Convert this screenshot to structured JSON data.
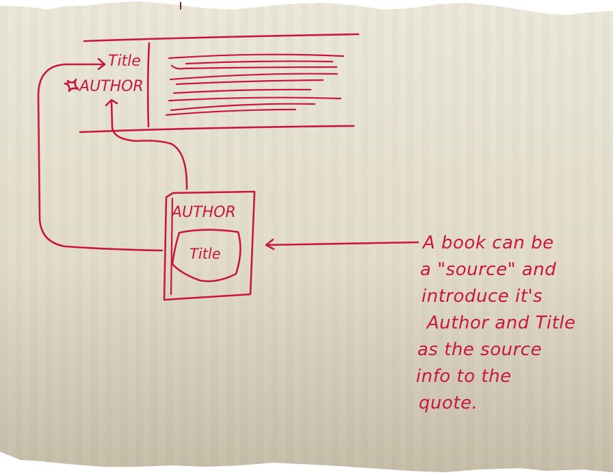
{
  "colors": {
    "ink": "#c8163e",
    "paper_top": "#e9e6d6",
    "paper_bottom": "#c9c0ab",
    "background": "#ffffff"
  },
  "quote_block": {
    "title_label": "Title",
    "author_label": "AUTHOR",
    "author_marker_icon": "four-point-star-icon",
    "text_lines_count": 9
  },
  "book": {
    "author_label": "AUTHOR",
    "title_label": "Title"
  },
  "note": {
    "lines": [
      "A book can be",
      "a \"source\" and",
      "introduce it's",
      "Author and Title",
      "as the source",
      "info to the",
      "quote."
    ]
  },
  "arrows": [
    {
      "from": "book-title",
      "to": "quote-title",
      "label": ""
    },
    {
      "from": "book-author",
      "to": "quote-author",
      "label": ""
    },
    {
      "from": "note",
      "to": "book",
      "label": ""
    }
  ]
}
